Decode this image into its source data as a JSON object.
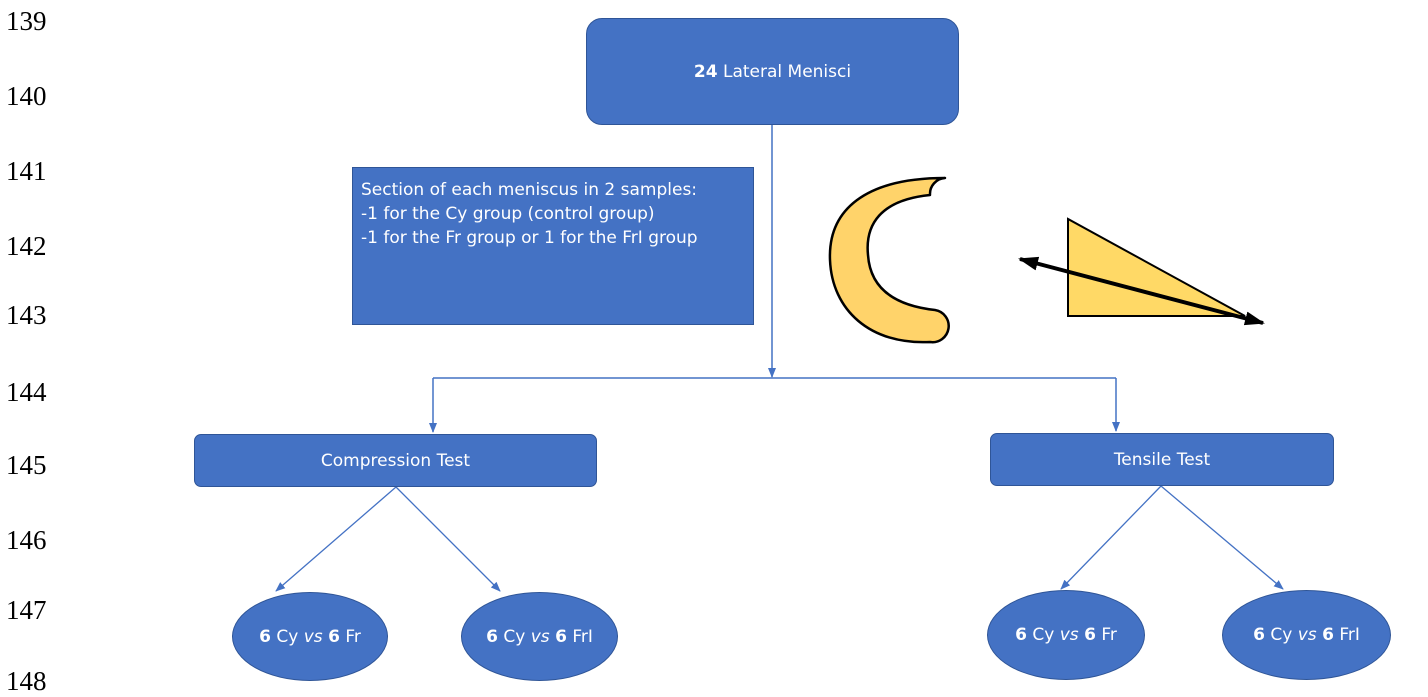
{
  "line_numbers": [
    "139",
    "140",
    "141",
    "142",
    "143",
    "144",
    "145",
    "146",
    "147",
    "148"
  ],
  "root": {
    "count": "24",
    "label": "Lateral Menisci"
  },
  "note": {
    "lines": [
      "Section of each meniscus in 2 samples:",
      "-1 for the Cy group (control group)",
      "-1 for the Fr group or 1 for the FrI group"
    ]
  },
  "tests": {
    "compression": "Compression Test",
    "tensile": "Tensile Test"
  },
  "groups": {
    "comp_fr": {
      "n1": "6",
      "g1": "Cy",
      "vs": "vs",
      "n2": "6",
      "g2": "Fr"
    },
    "comp_fri": {
      "n1": "6",
      "g1": "Cy",
      "vs": "vs",
      "n2": "6",
      "g2": "FrI"
    },
    "tens_fr": {
      "n1": "6",
      "g1": "Cy",
      "vs": "vs",
      "n2": "6",
      "g2": "Fr"
    },
    "tens_fri": {
      "n1": "6",
      "g1": "Cy",
      "vs": "vs",
      "n2": "6",
      "g2": "FrI"
    }
  },
  "colors": {
    "box_fill": "#4472c4",
    "box_border": "#2f5597",
    "connector": "#4472c4",
    "meniscus_fill": "#ffd36a",
    "triangle_fill": "#ffd966"
  }
}
